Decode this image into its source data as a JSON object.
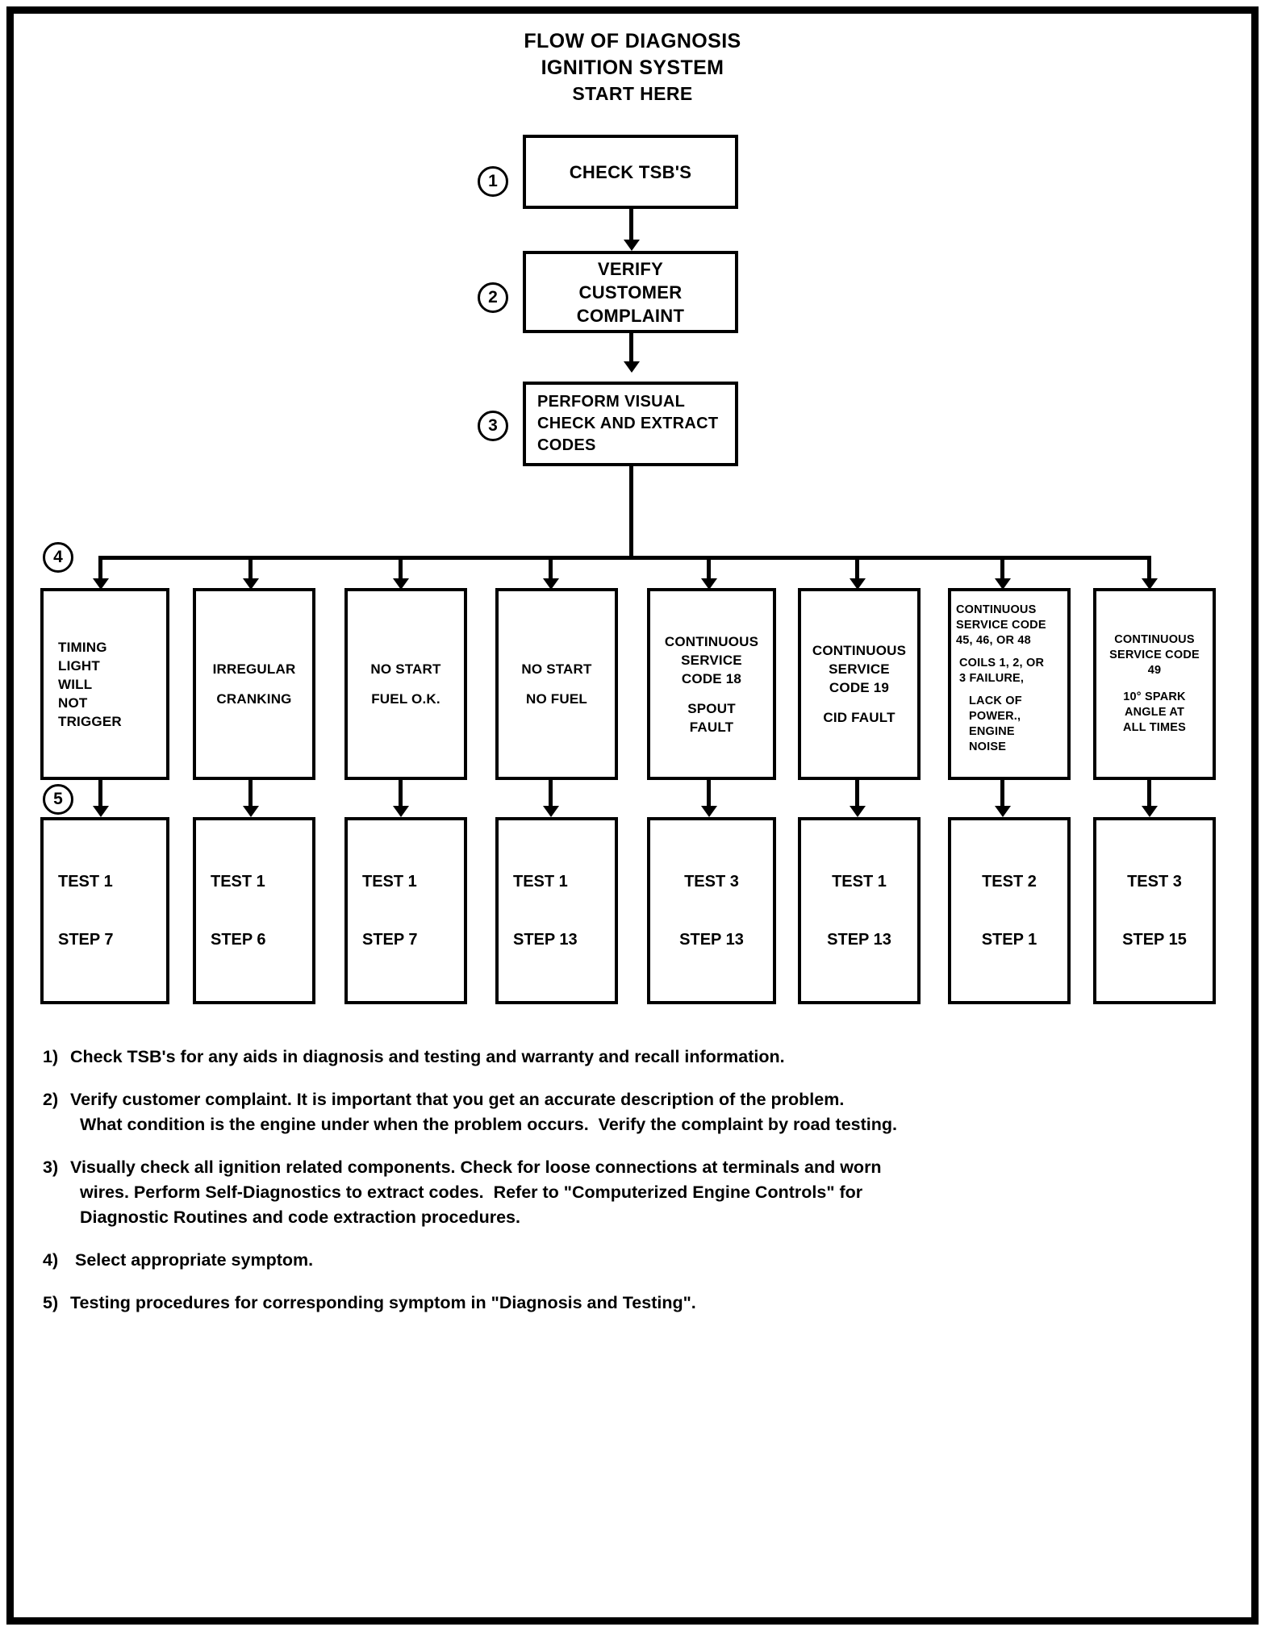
{
  "title": {
    "line1": "FLOW OF DIAGNOSIS",
    "line2": "IGNITION SYSTEM",
    "start": "START HERE"
  },
  "steps": {
    "n1": "1",
    "n2": "2",
    "n3": "3",
    "n4": "4",
    "n5": "5"
  },
  "flow": {
    "box1": "CHECK TSB'S",
    "box2": {
      "l1": "VERIFY",
      "l2": "CUSTOMER",
      "l3": "COMPLAINT"
    },
    "box3": {
      "l1": "PERFORM VISUAL",
      "l2": "CHECK AND EXTRACT",
      "l3": "CODES"
    }
  },
  "symptoms": [
    {
      "lines": [
        "TIMING",
        "LIGHT",
        "WILL",
        "NOT",
        "TRIGGER"
      ],
      "align": "left",
      "size": "normal"
    },
    {
      "lines": [
        "IRREGULAR",
        "",
        "CRANKING"
      ],
      "align": "center",
      "size": "normal"
    },
    {
      "lines": [
        "NO START",
        "",
        "FUEL O.K."
      ],
      "align": "center",
      "size": "normal"
    },
    {
      "lines": [
        "NO START",
        "",
        "NO FUEL"
      ],
      "align": "center",
      "size": "normal"
    },
    {
      "lines": [
        "CONTINUOUS",
        "SERVICE",
        "CODE 18",
        "",
        "SPOUT",
        "FAULT"
      ],
      "align": "center",
      "size": "normal"
    },
    {
      "lines": [
        "CONTINUOUS",
        "SERVICE",
        "CODE 19",
        "",
        "CID FAULT"
      ],
      "align": "center",
      "size": "normal"
    },
    {
      "lines": [
        "CONTINUOUS",
        "SERVICE CODE",
        "45, 46, OR 48",
        "",
        "COILS 1, 2, OR",
        "3 FAILURE,",
        "",
        "LACK OF",
        "POWER.,",
        "ENGINE",
        "NOISE"
      ],
      "align": "left",
      "size": "small"
    },
    {
      "lines": [
        "CONTINUOUS",
        "SERVICE CODE",
        "49",
        "",
        "10° SPARK",
        "ANGLE AT",
        "ALL TIMES"
      ],
      "align": "center",
      "size": "small"
    }
  ],
  "tests": [
    {
      "test": "TEST 1",
      "step": "STEP 7"
    },
    {
      "test": "TEST 1",
      "step": "STEP 6"
    },
    {
      "test": "TEST 1",
      "step": "STEP 7"
    },
    {
      "test": "TEST 1",
      "step": "STEP 13"
    },
    {
      "test": "TEST 3",
      "step": "STEP 13"
    },
    {
      "test": "TEST 1",
      "step": "STEP 13"
    },
    {
      "test": "TEST 2",
      "step": "STEP 1"
    },
    {
      "test": "TEST 3",
      "step": "STEP 15"
    }
  ],
  "notes": [
    {
      "num": "1)",
      "lines": [
        "Check TSB's for any aids in diagnosis and testing and warranty and recall information."
      ]
    },
    {
      "num": "2)",
      "lines": [
        "Verify customer complaint. It is important that you get an accurate description of the problem.",
        "What condition is the engine under when the problem occurs.  Verify the complaint by road testing."
      ]
    },
    {
      "num": "3)",
      "lines": [
        "Visually check all ignition related components. Check for loose connections at terminals and worn",
        "wires. Perform Self-Diagnostics to extract codes.  Refer to \"Computerized Engine Controls\" for",
        "Diagnostic Routines and code extraction procedures."
      ]
    },
    {
      "num": "4)",
      "lines": [
        " Select appropriate symptom."
      ]
    },
    {
      "num": "5)",
      "lines": [
        "Testing procedures for corresponding symptom in \"Diagnosis and Testing\"."
      ]
    }
  ]
}
